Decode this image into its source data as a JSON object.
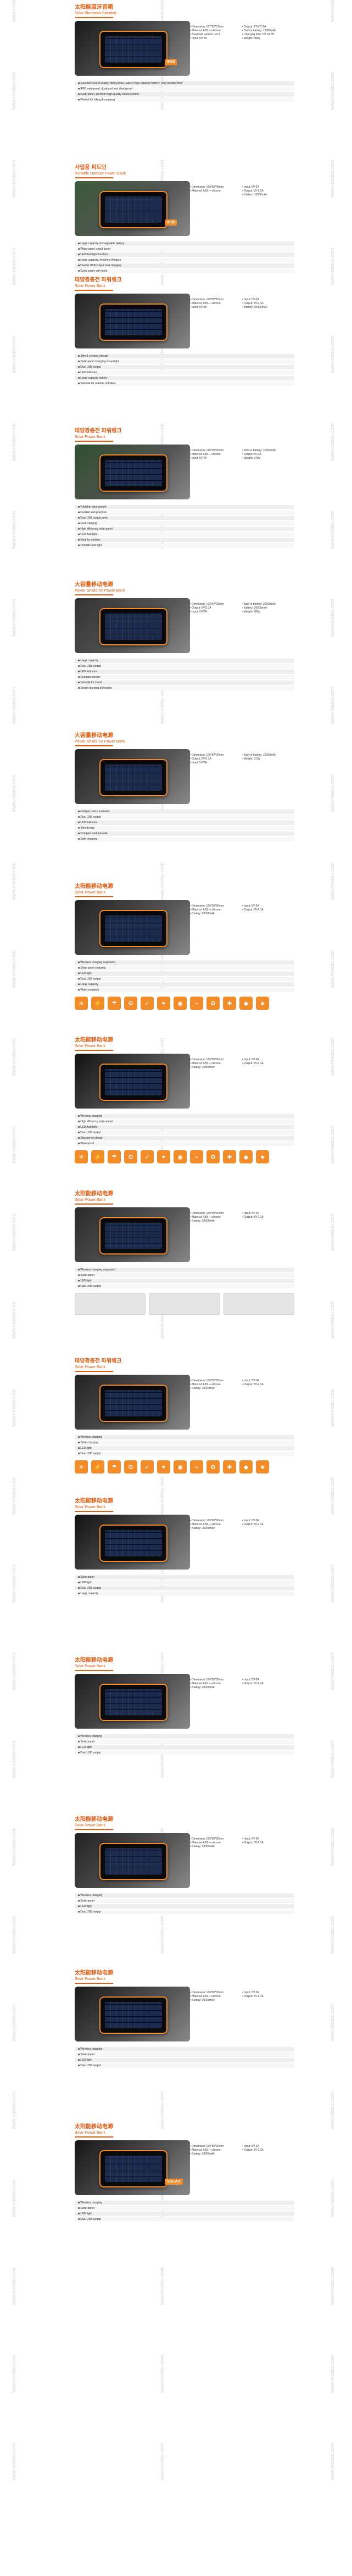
{
  "watermark": "www.modou.com",
  "sections": [
    {
      "cn": "太阳能蓝牙音箱",
      "en": "Solar Bluetooth Speaker",
      "badge": "IP66",
      "specs": [
        [
          "• Dimension: 167*87*37mm",
          "• Output: 1*5V/2.1A"
        ],
        [
          "• Material: ABS + silicone",
          "• Built-in battery: 10000mAh"
        ],
        [
          "• Bluetooth version: V4.1",
          "• Charging time: 5V-1A 7H"
        ],
        [
          "• Input: 5V/2A",
          "• Weight: 380g"
        ]
      ],
      "features": [
        "Excellent sound quality, strong bass, built-in high-capacity battery, long standby time",
        "IP66 waterproof, dustproof and shockproof",
        "Solar panel, premium high quality sound system",
        "Perfect for hiking & camping"
      ]
    },
    {
      "cn": "사업용 피트인",
      "en": "Portable Outdoor Power Bank",
      "badge": "IP66",
      "specs": [
        [
          "• Dimension: 150*85*45mm",
          "• Input: 5V-2A"
        ],
        [
          "• Material: ABS + silicone",
          "• Output: 5V-2.1A"
        ],
        [
          "",
          "• Battery: 10000mAh"
        ]
      ],
      "features": [
        "Large capacity rechargeable battery",
        "Water proof, shock proof",
        "LED flashlight function",
        "Large capacity, long time lifespan",
        "Double USB output, fast charging",
        "Carry easily with hook"
      ]
    },
    {
      "cn": "태양광충전 파워뱅크",
      "en": "Solar Power Bank",
      "specs": [
        [
          "• Dimension: 160*85*15mm",
          "• Input: 5V-2A"
        ],
        [
          "• Material: ABS + silicone",
          "• Output: 5V-2.1A"
        ],
        [
          "• Input: 5V-2A",
          "• Battery: 20000mAh"
        ]
      ],
      "features": [
        "Slim & compact design",
        "Solar panel charging in sunlight",
        "Dual USB output",
        "LED indicator",
        "Large capacity battery",
        "Suitable for outdoor activities"
      ]
    },
    {
      "cn": "태양광충전 파워뱅크",
      "en": "Solar Power Bank",
      "specs": [
        [
          "• Dimension: 180*95*20mm",
          "• Built-in battery: 10000mAh"
        ],
        [
          "• Material: ABS + silicone",
          "• Output: 5V-2A"
        ],
        [
          "• Input: 5V-2A",
          "• Weight: 340g"
        ]
      ],
      "features": [
        "Foldable solar panels",
        "Durable and practical",
        "Dual USB output ports",
        "Fast charging",
        "High efficiency solar panel",
        "LED flashlight",
        "Ideal for outdoor",
        "Portable and light"
      ]
    },
    {
      "cn": "大容量移动电源",
      "en": "Power Shield 5V Power Bank",
      "specs": [
        [
          "• Dimension: 173*87*26mm",
          "• Built-in battery: 20000mAh"
        ],
        [
          "• Output: 5V/2.1A",
          "• Battery: 20000mAh"
        ],
        [
          "• Input: 5V/2A",
          "• Weight: 385g"
        ]
      ],
      "features": [
        "Large capacity",
        "Dual USB output",
        "LED indicator",
        "Compact design",
        "Suitable for travel",
        "Smart charging protection"
      ]
    },
    {
      "cn": "大容量移动电源",
      "en": "Power Shield 5V Power Bank",
      "specs": [
        [
          "• Dimension: 175*87*26mm",
          "• Built-in battery: 10000mAh"
        ],
        [
          "• Output: 5V/2.1A",
          "• Weight: 310g"
        ],
        [
          "• Input: 5V/2A",
          ""
        ]
      ],
      "features": [
        "Multiple colors available",
        "Dual USB output",
        "LED indicator",
        "Slim design",
        "Compact and portable",
        "Safe charging"
      ]
    },
    {
      "cn": "太阳能移动电源",
      "en": "Solar Power Bank",
      "specs": [
        [
          "• Dimension: 160*80*20mm",
          "• Input: 5V-2A"
        ],
        [
          "• Material: ABS + silicone",
          "• Output: 5V-2.1A"
        ],
        [
          "• Battery: 20000mAh",
          ""
        ]
      ],
      "features": [
        "Wireless charging supported",
        "Solar panel charging",
        "LED light",
        "Dual USB output",
        "Large capacity",
        "Water resistant"
      ],
      "icons": [
        "☀",
        "⚡",
        "☂",
        "⚙",
        "✓",
        "✦",
        "◉",
        "⌁",
        "♻",
        "✚",
        "◆",
        "★"
      ]
    },
    {
      "cn": "太阳能移动电源",
      "en": "Solar Power Bank",
      "specs": [
        [
          "• Dimension: 160*80*20mm",
          "• Input: 5V-2A"
        ],
        [
          "• Material: ABS + silicone",
          "• Output: 5V-2.1A"
        ],
        [
          "• Battery: 26800mAh",
          ""
        ]
      ],
      "features": [
        "Wireless charging",
        "High efficiency solar panel",
        "LED flashlight",
        "Dual USB output",
        "Shockproof design",
        "Waterproof"
      ],
      "icons": [
        "☀",
        "⚡",
        "☂",
        "⚙",
        "✓",
        "✦",
        "◉",
        "⌁",
        "♻",
        "✚",
        "◆",
        "★"
      ]
    },
    {
      "cn": "太阳能移动电源",
      "en": "Solar Power Bank",
      "specs": [
        [
          "• Dimension: 160*80*20mm",
          "• Input: 5V-2A"
        ],
        [
          "• Material: ABS + silicone",
          "• Output: 5V-2.1A"
        ],
        [
          "• Battery: 20000mAh",
          ""
        ]
      ],
      "features": [
        "Wireless charging supported",
        "Solar panel",
        "LED light",
        "Dual USB output"
      ],
      "gallery": 3
    },
    {
      "cn": "태양광충전 파워뱅크",
      "en": "Solar Power Bank",
      "specs": [
        [
          "• Dimension: 160*80*20mm",
          "• Input: 5V-2A"
        ],
        [
          "• Material: ABS + silicone",
          "• Output: 5V-2.1A"
        ],
        [
          "• Battery: 20000mAh",
          ""
        ]
      ],
      "features": [
        "Wireless charging",
        "Solar charging",
        "LED light",
        "Dual USB output"
      ],
      "icons": [
        "☀",
        "⚡",
        "☂",
        "⚙",
        "✓",
        "✦",
        "◉",
        "⌁",
        "♻",
        "✚",
        "◆",
        "★"
      ]
    },
    {
      "cn": "太阳能移动电源",
      "en": "Solar Power Bank",
      "specs": [
        [
          "• Dimension: 160*80*20mm",
          "• Input: 5V-2A"
        ],
        [
          "• Material: ABS + silicone",
          "• Output: 5V-2.1A"
        ],
        [
          "• Battery: 20000mAh",
          ""
        ]
      ],
      "features": [
        "Solar panel",
        "LED light",
        "Dual USB output",
        "Large capacity"
      ]
    },
    {
      "cn": "太阳能移动电源",
      "en": "Solar Power Bank",
      "specs": [
        [
          "• Dimension: 160*80*20mm",
          "• Input: 5V-2A"
        ],
        [
          "• Material: ABS + silicone",
          "• Output: 5V-2.1A"
        ],
        [
          "• Battery: 20000mAh",
          ""
        ]
      ],
      "features": [
        "Wireless charging",
        "Solar panel",
        "LED light",
        "Dual USB output"
      ]
    },
    {
      "cn": "太阳能移动电源",
      "en": "Solar Power Bank",
      "specs": [
        [
          "• Dimension: 160*80*20mm",
          "• Input: 5V-2A"
        ],
        [
          "• Material: ABS + silicone",
          "• Output: 5V-2.1A"
        ],
        [
          "• Battery: 20000mAh",
          ""
        ]
      ],
      "features": [
        "Wireless charging",
        "Solar panel",
        "LED light",
        "Dual USB output"
      ]
    },
    {
      "cn": "太阳能移动电源",
      "en": "Solar Power Bank",
      "specs": [
        [
          "• Dimension: 160*80*20mm",
          "• Input: 5V-2A"
        ],
        [
          "• Material: ABS + silicone",
          "• Output: 5V-2.1A"
        ],
        [
          "• Battery: 20000mAh",
          ""
        ]
      ],
      "features": [
        "Wireless charging",
        "Solar panel",
        "LED light",
        "Dual USB output"
      ]
    },
    {
      "cn": "太阳能移动电源",
      "en": "Solar Power Bank",
      "badge": "SOLAR",
      "specs": [
        [
          "• Dimension: 160*80*20mm",
          "• Input: 5V-2A"
        ],
        [
          "• Material: ABS + silicone",
          "• Output: 5V-2.1A"
        ],
        [
          "• Battery: 20000mAh",
          ""
        ]
      ],
      "features": [
        "Wireless charging",
        "Solar panel",
        "LED light",
        "Dual USB output"
      ]
    }
  ]
}
